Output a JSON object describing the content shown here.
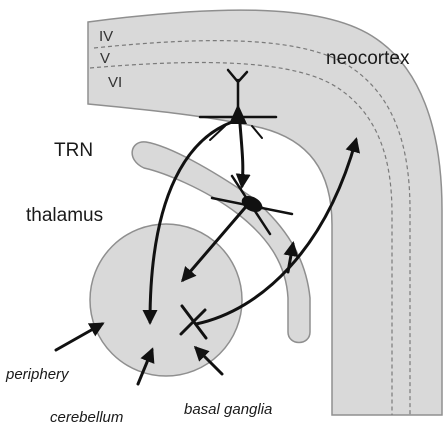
{
  "labels": {
    "neocortex": "neocortex",
    "trn": "TRN",
    "thalamus": "thalamus",
    "periphery": "periphery",
    "cerebellum": "cerebellum",
    "basal_ganglia": "basal ganglia"
  },
  "cortical_layers": [
    "IV",
    "V",
    "VI"
  ],
  "colors": {
    "region_fill": "#d9d9d9",
    "region_stroke": "#8f8f8f",
    "pathway": "#111111",
    "text": "#1a1a1a"
  }
}
